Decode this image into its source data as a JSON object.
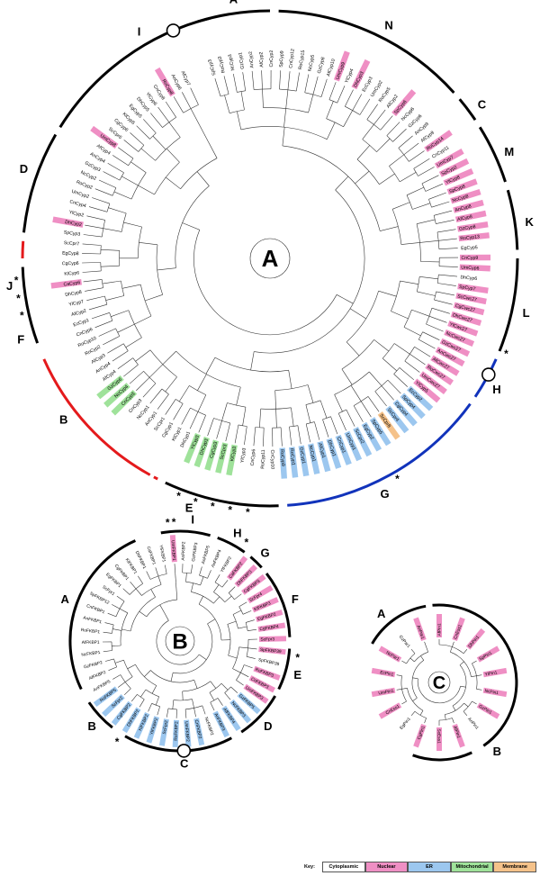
{
  "colors": {
    "cytoplasmic": "#ffffff",
    "nuclear": "#ef8fc4",
    "er": "#9cc7ef",
    "mitochondrial": "#9fe29a",
    "membrane": "#f5c28a",
    "arc": "#000000",
    "red": "#e41a1c",
    "blue": "#1133bb",
    "line": "#333333"
  },
  "key": {
    "title": "Key:",
    "items": [
      {
        "label": "Cytoplasmic",
        "color": "#ffffff"
      },
      {
        "label": "Nuclear",
        "color": "#ef8fc4"
      },
      {
        "label": "ER",
        "color": "#9cc7ef"
      },
      {
        "label": "Mitochondrial",
        "color": "#9fe29a"
      },
      {
        "label": "Membrane",
        "color": "#f5c28a"
      }
    ]
  },
  "tree_a": {
    "title": "A",
    "leaves": [
      {
        "label": "SpCyp3"
      },
      {
        "label": "RoCyp3"
      },
      {
        "label": "NcCyp3"
      },
      {
        "label": "GzCyp1"
      },
      {
        "label": "AnCyp2"
      },
      {
        "label": "AfCyp2"
      },
      {
        "label": "CnCyp2"
      },
      {
        "label": "SpCyp9"
      },
      {
        "label": "CnCyp12"
      },
      {
        "label": "RoCyp15"
      },
      {
        "label": "NcCyp5"
      },
      {
        "label": "GzCyp8"
      },
      {
        "label": "AfCyp10"
      },
      {
        "label": "UmCyp9",
        "loc": "n"
      },
      {
        "label": "YlCyp4"
      },
      {
        "label": "DhCyp3",
        "loc": "n"
      },
      {
        "label": "EcCyp3"
      },
      {
        "label": "UmCyp2"
      },
      {
        "label": "RoCyp5"
      },
      {
        "label": "AfCyp2"
      },
      {
        "label": "SpCyp6",
        "loc": "n"
      },
      {
        "label": "NcCyp6"
      },
      {
        "label": "GzCyp6"
      },
      {
        "label": "AnCyp9"
      },
      {
        "label": "AfCyp9"
      },
      {
        "label": "RoCyp14",
        "loc": "n"
      },
      {
        "label": "CnCyp11"
      },
      {
        "label": "UmCyp7",
        "loc": "n"
      },
      {
        "label": "SpCyp2",
        "loc": "n"
      },
      {
        "label": "YlCyp8",
        "loc": "n"
      },
      {
        "label": "SpCyp8",
        "loc": "n"
      },
      {
        "label": "NcCyp8",
        "loc": "n"
      },
      {
        "label": "AnCyp8",
        "loc": "n"
      },
      {
        "label": "AfCyp8",
        "loc": "n"
      },
      {
        "label": "GzCyp8",
        "loc": "n"
      },
      {
        "label": "RoCyp13",
        "loc": "n"
      },
      {
        "label": "EgCyp5"
      },
      {
        "label": "CnCyp9",
        "loc": "n"
      },
      {
        "label": "UmCyp6",
        "loc": "n"
      },
      {
        "label": "DhCyp6"
      },
      {
        "label": "SpCyp7",
        "loc": "n"
      },
      {
        "label": "ScCwc27",
        "loc": "n"
      },
      {
        "label": "CgCwc27",
        "loc": "n"
      },
      {
        "label": "DhCwc27",
        "loc": "n"
      },
      {
        "label": "YlCwc27",
        "loc": "n"
      },
      {
        "label": "NcCwc27",
        "loc": "n"
      },
      {
        "label": "GzCwc27",
        "loc": "n"
      },
      {
        "label": "AnCwc27",
        "loc": "n"
      },
      {
        "label": "AfCwc27",
        "loc": "n"
      },
      {
        "label": "RoCwc27",
        "loc": "n"
      },
      {
        "label": "UmCwc27",
        "loc": "n"
      },
      {
        "label": "YlCyp5",
        "loc": "n"
      },
      {
        "label": "EcCyp2",
        "loc": "e"
      },
      {
        "label": "SpCyp4",
        "loc": "e"
      },
      {
        "label": "CgCyp4",
        "loc": "e"
      },
      {
        "label": "ScCpr4",
        "loc": "e"
      },
      {
        "label": "ScCpr8",
        "loc": "m"
      },
      {
        "label": "SpCyp5",
        "loc": "e"
      },
      {
        "label": "EgCyp2",
        "loc": "e"
      },
      {
        "label": "ScCpr2",
        "loc": "e"
      },
      {
        "label": "UmCyp1",
        "loc": "e"
      },
      {
        "label": "CnCyp1",
        "loc": "e"
      },
      {
        "label": "DhCyp1",
        "loc": "e"
      },
      {
        "label": "AfCyp1",
        "loc": "e"
      },
      {
        "label": "NcCyp1",
        "loc": "e"
      },
      {
        "label": "GzCyp1",
        "loc": "e"
      },
      {
        "label": "RoCyp1",
        "loc": "e"
      },
      {
        "label": "RoCyp9",
        "loc": "e"
      },
      {
        "label": "CnCyp10"
      },
      {
        "label": "RoCyp11"
      },
      {
        "label": "CnCyp6"
      },
      {
        "label": "YlCyp3"
      },
      {
        "label": "KlCyp3",
        "loc": "mi"
      },
      {
        "label": "ScCpr3",
        "loc": "mi"
      },
      {
        "label": "CgCyp3",
        "loc": "mi"
      },
      {
        "label": "DhCyp3",
        "loc": "mi"
      },
      {
        "label": "YlCyp3",
        "loc": "mi"
      },
      {
        "label": "DhCyp1"
      },
      {
        "label": "KlCyp1"
      },
      {
        "label": "CgCyp1"
      },
      {
        "label": "ScCpr1"
      },
      {
        "label": "AnCyp1"
      },
      {
        "label": "NcCyp1"
      },
      {
        "label": "CnCyp3"
      },
      {
        "label": "CnCyp3",
        "loc": "mi"
      },
      {
        "label": "NcCyp4",
        "loc": "mi"
      },
      {
        "label": "GzCyp6",
        "loc": "mi"
      },
      {
        "label": "AfCyp4"
      },
      {
        "label": "AnCyp4"
      },
      {
        "label": "AfCyp3"
      },
      {
        "label": "RoCyp2"
      },
      {
        "label": "RoCyp10"
      },
      {
        "label": "CnCyp6"
      },
      {
        "label": "EcCyp1"
      },
      {
        "label": "AfCyp2"
      },
      {
        "label": "YlCyp7"
      },
      {
        "label": "DhCyp8"
      },
      {
        "label": "CaCyp6",
        "loc": "n"
      },
      {
        "label": "KlCyp6"
      },
      {
        "label": "CgCyp6"
      },
      {
        "label": "EgCyp8"
      },
      {
        "label": "ScCpr7"
      },
      {
        "label": "SpCyp3"
      },
      {
        "label": "DhCyp2",
        "loc": "n"
      },
      {
        "label": "YlCyp2"
      },
      {
        "label": "CnCyp4"
      },
      {
        "label": "UmCyp2"
      },
      {
        "label": "RoCyp2"
      },
      {
        "label": "NcCyp2"
      },
      {
        "label": "GzCyp3"
      },
      {
        "label": "AnCyp4"
      },
      {
        "label": "AfCyp4"
      },
      {
        "label": "UmCyp8",
        "loc": "n"
      },
      {
        "label": "ScCpr6"
      },
      {
        "label": "CgCyp6"
      },
      {
        "label": "KlCyp5"
      },
      {
        "label": "EgCyp5"
      },
      {
        "label": "DhCyp5"
      },
      {
        "label": "YlCyp6"
      },
      {
        "label": "CnCyp8"
      },
      {
        "label": "RoCyp8",
        "loc": "n"
      },
      {
        "label": "AnCyp6"
      },
      {
        "label": "AfCyp7"
      }
    ],
    "groups": [
      "A",
      "N",
      "C",
      "M",
      "K",
      "L",
      "H",
      "G",
      "E",
      "B",
      "F",
      "J",
      "D",
      "I"
    ],
    "stars": [
      "*",
      "*",
      "*",
      "*",
      "*",
      "*",
      "*",
      "*",
      "*",
      "*"
    ]
  },
  "tree_b": {
    "title": "B",
    "leaves": [
      {
        "label": "AnFKBP2"
      },
      {
        "label": "GzFKBP3"
      },
      {
        "label": "AnFKBP5"
      },
      {
        "label": "AnFKBP4"
      },
      {
        "label": "YlFKBP2"
      },
      {
        "label": "CaFKBP2",
        "loc": "n"
      },
      {
        "label": "DhFKBP3",
        "loc": "n"
      },
      {
        "label": "CgFKBP3",
        "loc": "n"
      },
      {
        "label": "ScFpr4",
        "loc": "n"
      },
      {
        "label": "KlFKBP3",
        "loc": "n"
      },
      {
        "label": "EgFKBP2",
        "loc": "n"
      },
      {
        "label": "CgFKBP4",
        "loc": "n"
      },
      {
        "label": "ScFpr3",
        "loc": "n"
      },
      {
        "label": "SpFKBP39",
        "loc": "n"
      },
      {
        "label": "SpFKBP39"
      },
      {
        "label": "RoFKBP3",
        "loc": "n"
      },
      {
        "label": "CnFKBP3",
        "loc": "n"
      },
      {
        "label": "UmFKBP3",
        "loc": "n"
      },
      {
        "label": "GzFKBP5",
        "loc": "e"
      },
      {
        "label": "NcFKBP3",
        "loc": "e"
      },
      {
        "label": "AfFKBP4",
        "loc": "e"
      },
      {
        "label": "AnFKBP3",
        "loc": "e"
      },
      {
        "label": "NcFKBP2"
      },
      {
        "label": "CnFKBP2",
        "loc": "e"
      },
      {
        "label": "UmFKBP2",
        "loc": "e"
      },
      {
        "label": "RoFKBP2",
        "loc": "e"
      },
      {
        "label": "ScFpr2",
        "loc": "e"
      },
      {
        "label": "YlFKBP2",
        "loc": "e"
      },
      {
        "label": "KlFKBP2",
        "loc": "e"
      },
      {
        "label": "DhFKBP2",
        "loc": "e"
      },
      {
        "label": "CgFKBP2",
        "loc": "e"
      },
      {
        "label": "ScFpr2",
        "loc": "e"
      },
      {
        "label": "RoFKBP5",
        "loc": "e"
      },
      {
        "label": "AnFKBP5"
      },
      {
        "label": "AfFKBP2"
      },
      {
        "label": "GzFKBP2"
      },
      {
        "label": "NcFKBP1"
      },
      {
        "label": "AfFKBP1"
      },
      {
        "label": "RoFKBP1"
      },
      {
        "label": "AnFKBP1"
      },
      {
        "label": "CnFKBP1"
      },
      {
        "label": "SpFKBP12"
      },
      {
        "label": "ScFpr1"
      },
      {
        "label": "EgFKBP1"
      },
      {
        "label": "CgFKBP1"
      },
      {
        "label": "KlFKBP1"
      },
      {
        "label": "DhFKBP1"
      },
      {
        "label": "CaFKBP1"
      },
      {
        "label": "YlFKBP1"
      },
      {
        "label": "UmFKBP1",
        "loc": "n"
      }
    ],
    "groups": [
      "I",
      "H",
      "G",
      "F",
      "E",
      "D",
      "C",
      "B",
      "A"
    ],
    "stars": [
      "*",
      "*",
      "*",
      "*",
      "*",
      "*"
    ]
  },
  "tree_c": {
    "title": "C",
    "leaves": [
      {
        "label": "AfPin1",
        "loc": "n"
      },
      {
        "label": "CnEss1",
        "loc": "n"
      },
      {
        "label": "DhPin1",
        "loc": "n"
      },
      {
        "label": "SpPin1",
        "loc": "n"
      },
      {
        "label": "YlPin1",
        "loc": "n"
      },
      {
        "label": "NcPin1",
        "loc": "n"
      },
      {
        "label": "GzPin1",
        "loc": "n"
      },
      {
        "label": "AnPin1"
      },
      {
        "label": "AfPin1",
        "loc": "n"
      },
      {
        "label": "ScEss1",
        "loc": "n"
      },
      {
        "label": "CgPin1",
        "loc": "n"
      },
      {
        "label": "EgPin1"
      },
      {
        "label": "CnEss1",
        "loc": "n"
      },
      {
        "label": "UmPin1",
        "loc": "n"
      },
      {
        "label": "EcPin1",
        "loc": "n"
      },
      {
        "label": "NcPar1",
        "loc": "n"
      },
      {
        "label": "GzPar1"
      },
      {
        "label": "AnPar1",
        "loc": "n"
      }
    ],
    "groups": [
      "A",
      "B"
    ]
  }
}
